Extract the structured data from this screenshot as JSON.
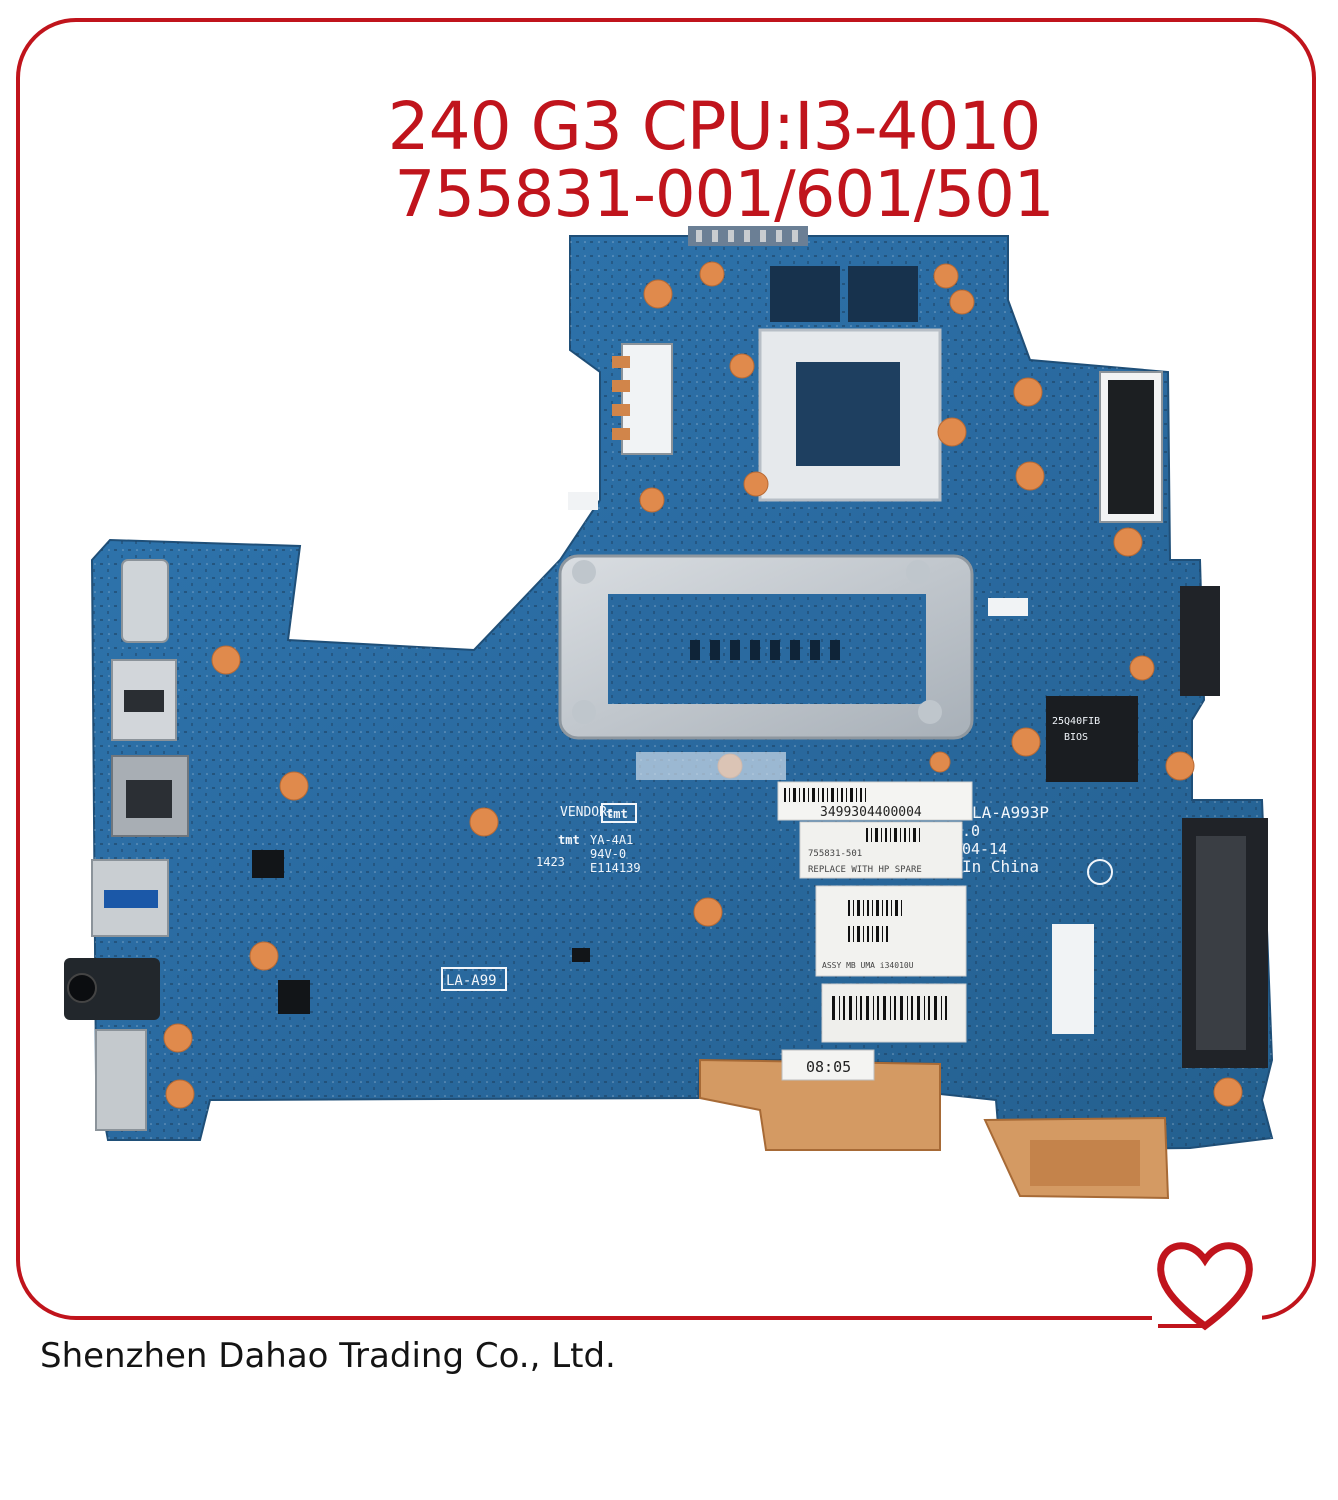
{
  "product": {
    "title_line_1": "240 G3 CPU:I3-4010",
    "title_line_2": "755831-001/601/501"
  },
  "board_markings": {
    "model_code": "LA-A993P",
    "model_short": "LA-A99",
    "vendor_label": "VENDOR:",
    "vendor_mark": "tmt",
    "ul_code": "YA-4A1",
    "rating": "94V-0",
    "cert": "E114139",
    "date_code": "1423",
    "rev": ".0",
    "date": "04-14",
    "origin": "In China"
  },
  "stickers": {
    "serial_top": "3499304400004",
    "spare_text": "REPLACE WITH HP SPARE",
    "spare_pn": "755831-501",
    "assy_text": "ASSY MB UMA i34010U",
    "small_tag": "08:05"
  },
  "chips": {
    "bios_line_1": "25Q40FIB",
    "bios_line_2": "BIOS"
  },
  "footer": {
    "company": "Shenzhen Dahao Trading Co., Ltd."
  },
  "colors": {
    "frame": "#c0141c",
    "pcb": "#2a6aa0",
    "pads": "#e08a4c",
    "text_red": "#c0141c"
  }
}
